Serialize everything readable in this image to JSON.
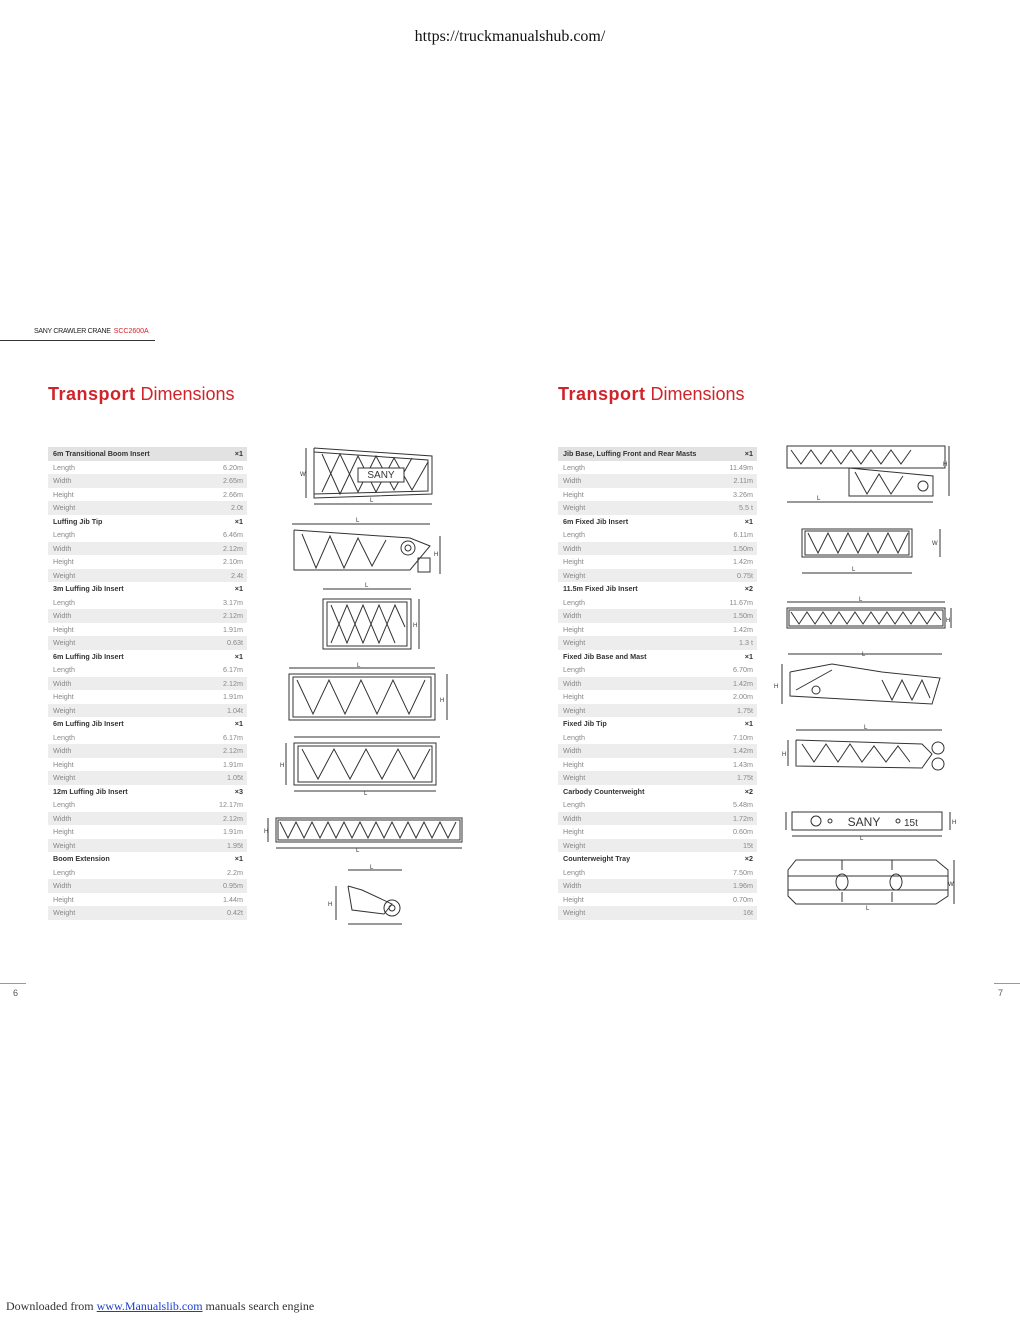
{
  "top_url": "https://truckmanualshub.com/",
  "brand": {
    "name": "SANY CRAWLER CRANE",
    "model": "SCC2600A"
  },
  "left_page": {
    "title_bold": "Transport",
    "title_rest": " Dimensions",
    "page_number": "6",
    "components": [
      {
        "name": "6m Transitional Boom Insert",
        "qty": "×1",
        "rows": [
          [
            "Length",
            "6.20m"
          ],
          [
            "Width",
            "2.65m"
          ],
          [
            "Height",
            "2.66m"
          ],
          [
            "Weight",
            "2.0t"
          ]
        ]
      },
      {
        "name": "Luffing Jib Tip",
        "qty": "×1",
        "rows": [
          [
            "Length",
            "6.46m"
          ],
          [
            "Width",
            "2.12m"
          ],
          [
            "Height",
            "2.10m"
          ],
          [
            "Weight",
            "2.4t"
          ]
        ]
      },
      {
        "name": "3m Luffing Jib  Insert",
        "qty": "×1",
        "rows": [
          [
            "Length",
            "3.17m"
          ],
          [
            "Width",
            "2.12m"
          ],
          [
            "Height",
            "1.91m"
          ],
          [
            "Weight",
            "0.63t"
          ]
        ]
      },
      {
        "name": "6m Luffing Jib  Insert",
        "qty": "×1",
        "rows": [
          [
            "Length",
            "6.17m"
          ],
          [
            "Width",
            "2.12m"
          ],
          [
            "Height",
            "1.91m"
          ],
          [
            "Weight",
            "1.04t"
          ]
        ]
      },
      {
        "name": "6m Luffing Jib  Insert",
        "qty": "×1",
        "rows": [
          [
            "Length",
            "6.17m"
          ],
          [
            "Width",
            "2.12m"
          ],
          [
            "Height",
            "1.91m"
          ],
          [
            "Weight",
            "1.05t"
          ]
        ]
      },
      {
        "name": "12m Luffing Jib  Insert",
        "qty": "×3",
        "rows": [
          [
            "Length",
            "12.17m"
          ],
          [
            "Width",
            "2.12m"
          ],
          [
            "Height",
            "1.91m"
          ],
          [
            "Weight",
            "1.95t"
          ]
        ]
      },
      {
        "name": "Boom Extension",
        "qty": "×1",
        "rows": [
          [
            "Length",
            "2.2m"
          ],
          [
            "Width",
            "0.95m"
          ],
          [
            "Height",
            "1.44m"
          ],
          [
            "Weight",
            "0.42t"
          ]
        ]
      }
    ]
  },
  "right_page": {
    "title_bold": "Transport",
    "title_rest": " Dimensions",
    "page_number": "7",
    "components": [
      {
        "name": "Jib Base, Luffing Front and Rear Masts",
        "qty": "×1",
        "rows": [
          [
            "Length",
            "11.49m"
          ],
          [
            "Width",
            "2.11m"
          ],
          [
            "Height",
            "3.26m"
          ],
          [
            "Weight",
            "5.5 t"
          ]
        ]
      },
      {
        "name": "6m Fixed Jib Insert",
        "qty": "×1",
        "rows": [
          [
            "Length",
            "6.11m"
          ],
          [
            "Width",
            "1.50m"
          ],
          [
            "Height",
            "1.42m"
          ],
          [
            "Weight",
            "0.75t"
          ]
        ]
      },
      {
        "name": "11.5m Fixed Jib Insert",
        "qty": "×2",
        "rows": [
          [
            "Length",
            "11.67m"
          ],
          [
            "Width",
            "1.50m"
          ],
          [
            "Height",
            "1.42m"
          ],
          [
            "Weight",
            "1.3 t"
          ]
        ]
      },
      {
        "name": "Fixed Jib Base and Mast",
        "qty": "×1",
        "rows": [
          [
            "Length",
            "6.70m"
          ],
          [
            "Width",
            "1.42m"
          ],
          [
            "Height",
            "2.00m"
          ],
          [
            "Weight",
            "1.75t"
          ]
        ]
      },
      {
        "name": "Fixed Jib Tip",
        "qty": "×1",
        "rows": [
          [
            "Length",
            "7.10m"
          ],
          [
            "Width",
            "1.42m"
          ],
          [
            "Height",
            "1.43m"
          ],
          [
            "Weight",
            "1.75t"
          ]
        ]
      },
      {
        "name": "Carbody Counterweight",
        "qty": "×2",
        "rows": [
          [
            "Length",
            "5.48m"
          ],
          [
            "Width",
            "1.72m"
          ],
          [
            "Height",
            "0.60m"
          ],
          [
            "Weight",
            "15t"
          ]
        ]
      },
      {
        "name": "Counterweight Tray",
        "qty": "×2",
        "rows": [
          [
            "Length",
            "7.50m"
          ],
          [
            "Width",
            "1.96m"
          ],
          [
            "Height",
            "0.70m"
          ],
          [
            "Weight",
            "16t"
          ]
        ]
      }
    ]
  },
  "drawing_labels": {
    "L": "L",
    "W": "W",
    "H": "H",
    "logo": "SANY",
    "weight_mark": "15t"
  },
  "footer": {
    "prefix": "Downloaded from ",
    "link": "www.Manualslib.com",
    "suffix": "  manuals search engine"
  }
}
